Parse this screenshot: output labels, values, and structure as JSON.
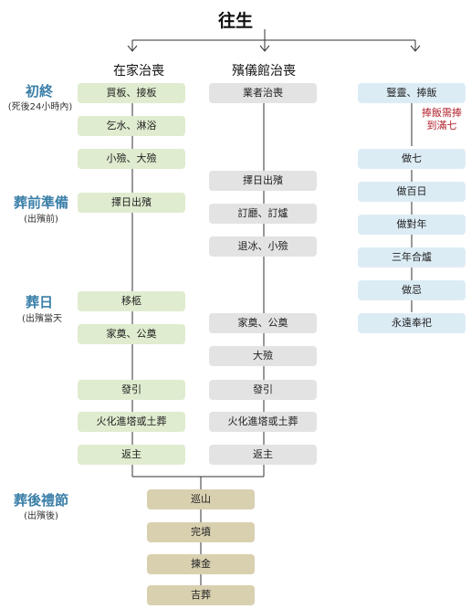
{
  "title": "往生",
  "columns": {
    "home": "在家治喪",
    "funeral_home": "殯儀館治喪"
  },
  "stages": [
    {
      "name": "初終",
      "sub": "(死後24小時內)"
    },
    {
      "name": "葬前準備",
      "sub": "(出殯前)"
    },
    {
      "name": "葬日",
      "sub": "(出殯當天"
    },
    {
      "name": "葬後禮節",
      "sub": "(出殯後)"
    }
  ],
  "home_steps": [
    "買板、接板",
    "乞水、淋浴",
    "小殮、大殮",
    "擇日出殯",
    "移柩",
    "家奠、公奠",
    "發引",
    "火化進塔或土葬",
    "返主"
  ],
  "funeral_home_steps": [
    "業者治喪",
    "擇日出殯",
    "訂廳、訂爐",
    "退冰、小殮",
    "家奠、公奠",
    "大殮",
    "發引",
    "火化進塔或土葬",
    "返主"
  ],
  "spirit_steps": [
    "豎靈、捧飯",
    "做七",
    "做百日",
    "做對年",
    "三年合爐",
    "做忌",
    "永遠奉祀"
  ],
  "spirit_note": [
    "捧飯需捧",
    "到滿七"
  ],
  "after_steps": [
    "巡山",
    "完墳",
    "揀金",
    "吉葬"
  ],
  "colors": {
    "stage_text": "#3a7fa8",
    "home_box": "#dfeccf",
    "funeral_box": "#e3e3e3",
    "spirit_box": "#dcecf5",
    "after_box": "#d9d0b0",
    "note_text": "#b0212c"
  }
}
